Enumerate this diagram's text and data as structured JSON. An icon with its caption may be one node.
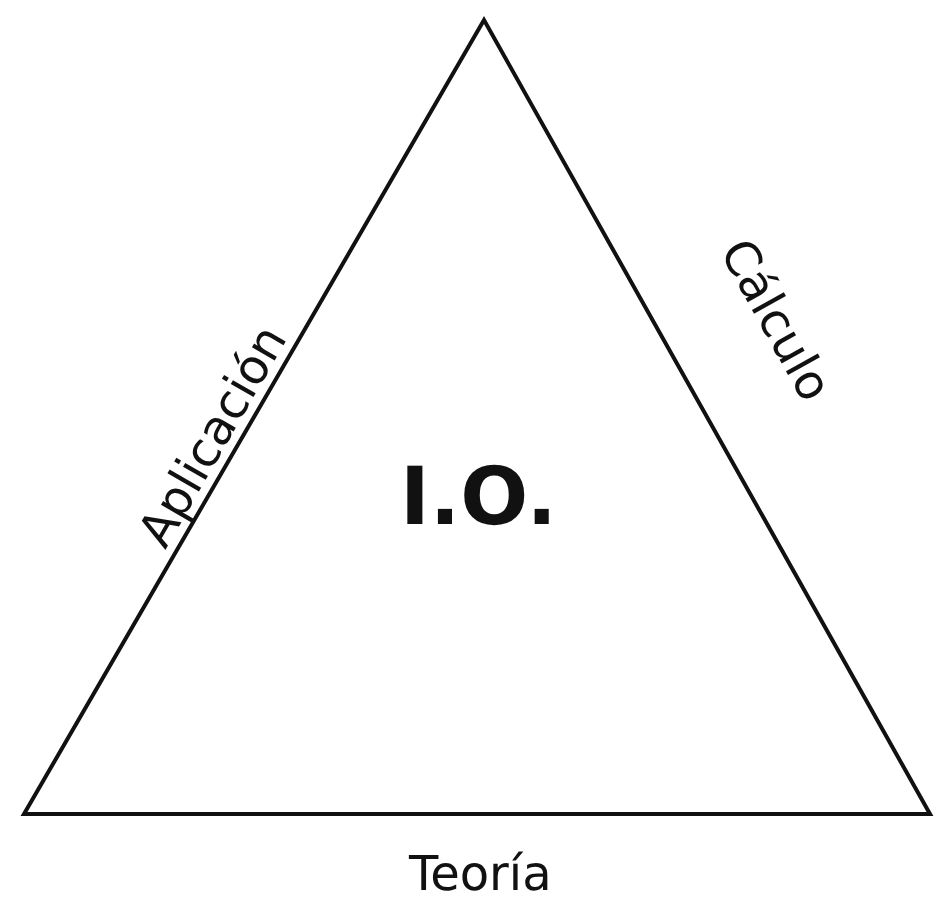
{
  "diagram": {
    "nodes": [
      {
        "text": [
          "I.O."
        ]
      }
    ],
    "labels": [
      "Aplicación",
      "Cálculo",
      "Teoría"
    ]
  }
}
